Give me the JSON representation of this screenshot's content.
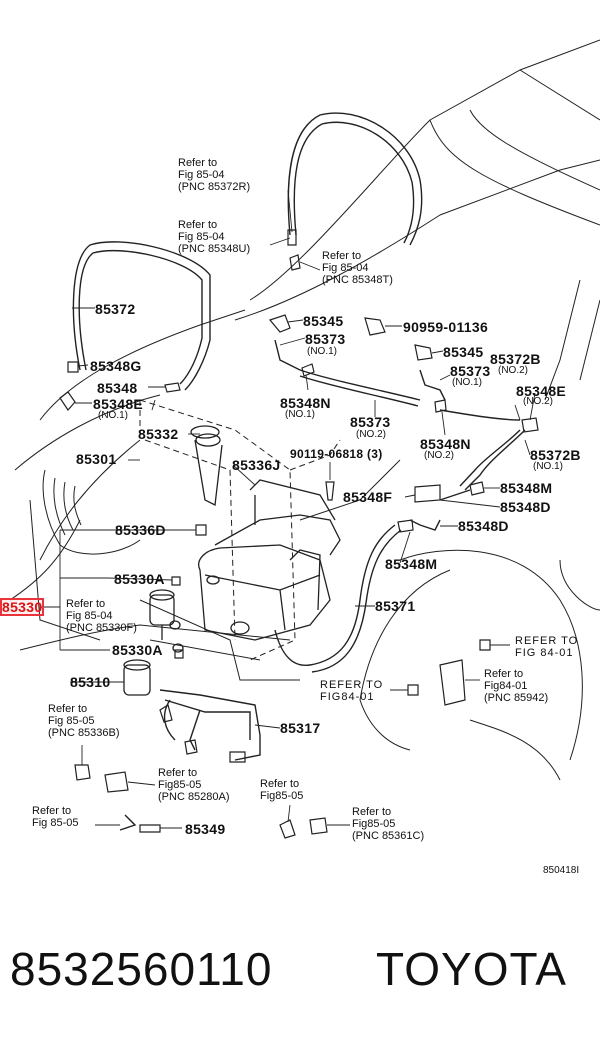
{
  "refs": {
    "r_85372R": [
      "Refer to",
      "Fig 85-04",
      "(PNC 85372R)"
    ],
    "r_85348U": [
      "Refer to",
      "Fig 85-04",
      "(PNC 85348U)"
    ],
    "r_85348T": [
      "Refer to",
      "Fig 85-04",
      "(PNC 85348T)"
    ],
    "r_85330F": [
      "Refer to",
      "Fig 85-04",
      "(PNC 85330F)"
    ],
    "r_85336B": [
      "Refer to",
      "Fig 85-05",
      "(PNC 85336B)"
    ],
    "r_85280A": [
      "Refer to",
      "Fig85-05",
      "(PNC 85280A)"
    ],
    "r_85361C": [
      "Refer to",
      "Fig85-05",
      "(PNC 85361C)"
    ],
    "r_85942": [
      "Refer to",
      "Fig84-01",
      "(PNC 85942)"
    ],
    "r_fig85_05_left": [
      "Refer to",
      "Fig 85-05"
    ],
    "r_fig85_05_mid": [
      "Refer to",
      "Fig85-05"
    ],
    "r_fig84_01_right": [
      "REFER TO",
      "FIG 84-01"
    ],
    "r_fig84_01_mid": [
      "REFER TO",
      "FIG84-01"
    ]
  },
  "parts": {
    "p85372": "85372",
    "p85345a": "85345",
    "p85373a": "85373",
    "p85373a_note": "(NO.1)",
    "p90959": "90959-01136",
    "p85348G": "85348G",
    "p85348": "85348",
    "p85348E": "85348E",
    "p85348E_note": "(NO.1)",
    "p85348N": "85348N",
    "p85348N_note": "(NO.1)",
    "p85345b": "85345",
    "p85372B": "85372B",
    "p85372B_note": "(NO.2)",
    "p85373b": "85373",
    "p85373b_note": "(NO.1)",
    "p85348E2": "85348E",
    "p85348E2_note": "(NO.2)",
    "p85332": "85332",
    "p85373c": "85373",
    "p85373c_note": "(NO.2)",
    "p85348N2": "85348N",
    "p85348N2_note": "(NO.2)",
    "p85372B2": "85372B",
    "p85372B2_note": "(NO.1)",
    "p85301": "85301",
    "p85336J": "85336J",
    "p90119": "90119-06818 (3)",
    "p85348M": "85348M",
    "p85348F": "85348F",
    "p85348D": "85348D",
    "p85336D": "85336D",
    "p85348D2": "85348D",
    "p85348M2": "85348M",
    "p85330A": "85330A",
    "p85371": "85371",
    "p85330": "85330",
    "p85330A2": "85330A",
    "p85310": "85310",
    "p85317": "85317",
    "p85349": "85349"
  },
  "figure_code": "850418I",
  "footer": {
    "part_number": "8532560110",
    "brand": "TOYOTA"
  }
}
